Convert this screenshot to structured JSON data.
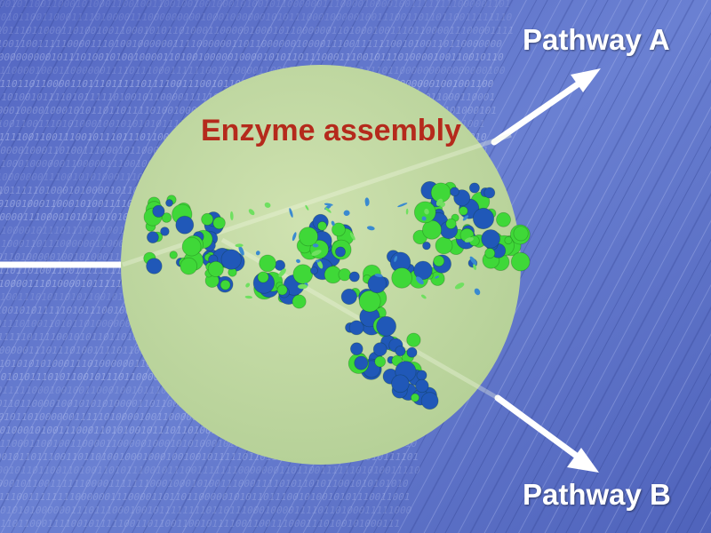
{
  "diagram": {
    "title": "Enzyme assembly",
    "pathway_a": "Pathway A",
    "pathway_b": "Pathway B"
  },
  "colors": {
    "background": "#5a6fc4",
    "circle_fill": "#c4dba4",
    "title_text": "#b52a1c",
    "protein_green": "#3fd838",
    "protein_blue": "#2058b8",
    "arrow": "#ffffff",
    "label_text": "#ffffff"
  },
  "icons": [
    "binary-digit-background",
    "protein-cluster-icon",
    "arrow-icon"
  ]
}
